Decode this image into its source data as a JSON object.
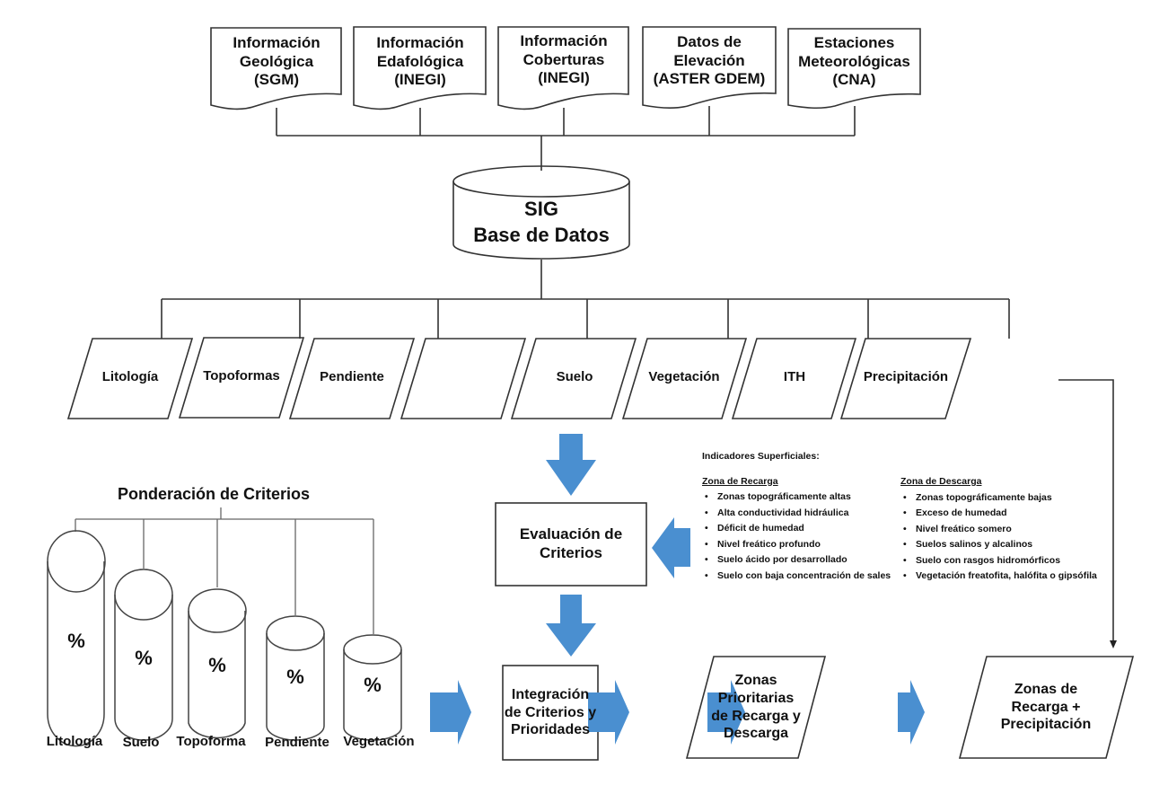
{
  "sources": [
    {
      "lines": [
        "Información",
        "Geológica",
        "(SGM)"
      ]
    },
    {
      "lines": [
        "Información",
        "Edafológica",
        "(INEGI)"
      ]
    },
    {
      "lines": [
        "Información",
        "Coberturas",
        "(INEGI)"
      ]
    },
    {
      "lines": [
        "Datos de",
        "Elevación",
        "(ASTER GDEM)"
      ]
    },
    {
      "lines": [
        "Estaciones",
        "Meteorológicas",
        "(CNA)"
      ]
    }
  ],
  "database": {
    "line1": "SIG",
    "line2": "Base de Datos"
  },
  "layers": [
    "Litología",
    "Topoformas",
    "Pendiente",
    "Suelo",
    "Vegetación",
    "ITH",
    "Precipitación"
  ],
  "weights": {
    "title": "Ponderación de Criterios",
    "symbol": "%",
    "criteria": [
      "Litología",
      "Suelo",
      "Topoforma",
      "Pendiente",
      "Vegetación"
    ]
  },
  "evaluation": {
    "lines": [
      "Evaluación de",
      "Criterios"
    ]
  },
  "integration": {
    "lines": [
      "Integración",
      "de Criterios y",
      "Prioridades"
    ]
  },
  "priority_zones": {
    "lines": [
      "Zonas",
      "Prioritarias",
      "de Recarga y",
      "Descarga"
    ]
  },
  "recharge_output": {
    "lines": [
      "Zonas de",
      "Recarga +",
      "Precipitación"
    ]
  },
  "indicators": {
    "title": "Indicadores Superficiales:",
    "recharge": {
      "title": "Zona de Recarga",
      "items": [
        "Zonas topográficamente altas",
        "Alta conductividad hidráulica",
        "Déficit de humedad",
        "Nivel freático profundo",
        "Suelo ácido por desarrollado",
        "Suelo con baja concentración de sales"
      ]
    },
    "discharge": {
      "title": "Zona de Descarga",
      "items": [
        "Zonas topográficamente bajas",
        "Exceso de humedad",
        "Nivel freático somero",
        "Suelos salinos y alcalinos",
        "Suelo con rasgos hidromórficos",
        "Vegetación freatofita, halófita o gipsófila"
      ]
    }
  },
  "colors": {
    "arrow": "#4a8fd0",
    "line": "#333333"
  }
}
